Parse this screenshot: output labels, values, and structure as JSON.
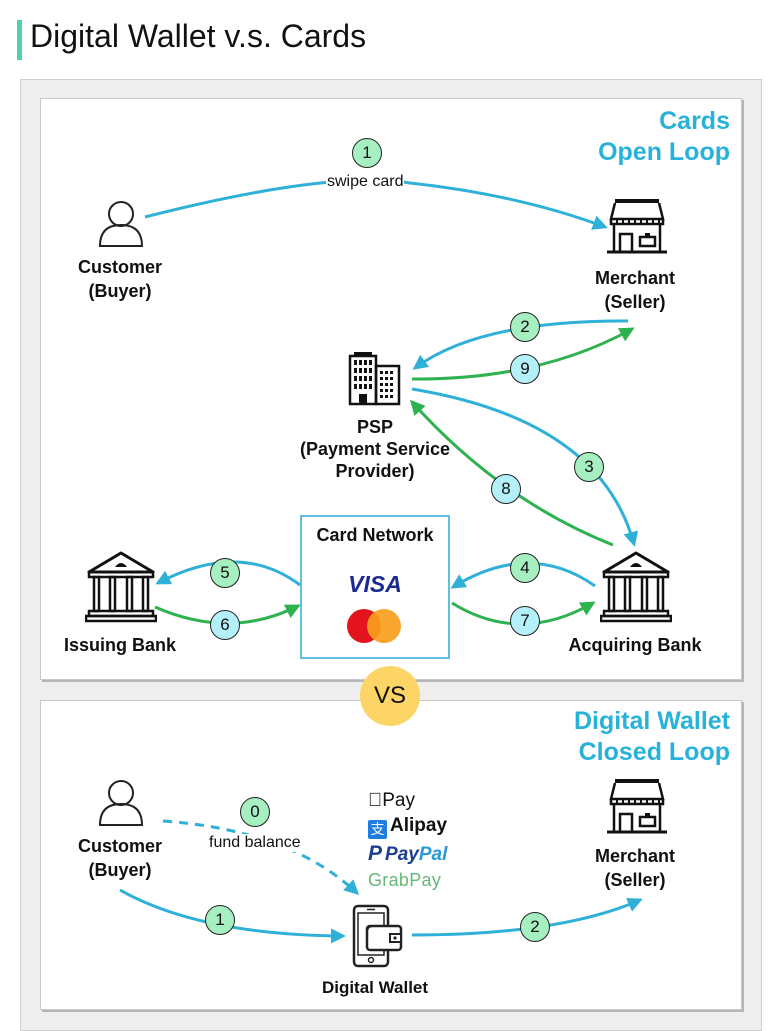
{
  "page": {
    "title": "Digital Wallet v.s. Cards",
    "accent_color": "#4fd1b0"
  },
  "colors": {
    "request_arrow": "#2fb0d8",
    "response_arrow": "#2eb24f",
    "badge_request": "#a6efc0",
    "badge_response": "#b4f0fa",
    "heading": "#29b2d9",
    "vs_badge": "#fdd466"
  },
  "cards_section": {
    "heading_line1": "Cards",
    "heading_line2": "Open Loop",
    "customer": {
      "line1": "Customer",
      "line2": "(Buyer)",
      "icon": "person-icon"
    },
    "merchant": {
      "line1": "Merchant",
      "line2": "(Seller)",
      "icon": "storefront-icon"
    },
    "psp": {
      "line1": "PSP",
      "line2": "(Payment Service",
      "line3": "Provider)",
      "icon": "office-building-icon"
    },
    "issuing_bank": {
      "label": "Issuing Bank",
      "icon": "bank-icon"
    },
    "acquiring_bank": {
      "label": "Acquiring Bank",
      "icon": "bank-icon"
    },
    "card_network": {
      "title": "Card Network",
      "brands": [
        "VISA",
        "Mastercard"
      ],
      "visa_label": "VISA"
    },
    "steps": [
      {
        "num": "1",
        "from": "Customer",
        "to": "Merchant",
        "label": "swipe card",
        "kind": "request"
      },
      {
        "num": "2",
        "from": "Merchant",
        "to": "PSP",
        "kind": "request"
      },
      {
        "num": "3",
        "from": "PSP",
        "to": "Acquiring Bank",
        "kind": "request"
      },
      {
        "num": "4",
        "from": "Acquiring Bank",
        "to": "Card Network",
        "kind": "request"
      },
      {
        "num": "5",
        "from": "Card Network",
        "to": "Issuing Bank",
        "kind": "request"
      },
      {
        "num": "6",
        "from": "Issuing Bank",
        "to": "Card Network",
        "kind": "response"
      },
      {
        "num": "7",
        "from": "Card Network",
        "to": "Acquiring Bank",
        "kind": "response"
      },
      {
        "num": "8",
        "from": "Acquiring Bank",
        "to": "PSP",
        "kind": "response"
      },
      {
        "num": "9",
        "from": "PSP",
        "to": "Merchant",
        "kind": "response"
      }
    ]
  },
  "vs_label": "VS",
  "wallet_section": {
    "heading_line1": "Digital Wallet",
    "heading_line2": "Closed Loop",
    "customer": {
      "line1": "Customer",
      "line2": "(Buyer)",
      "icon": "person-icon"
    },
    "merchant": {
      "line1": "Merchant",
      "line2": "(Seller)",
      "icon": "storefront-icon"
    },
    "wallet": {
      "label": "Digital Wallet",
      "icon": "phone-wallet-icon"
    },
    "brands": {
      "apple_pay": "Pay",
      "alipay_glyph": "支",
      "alipay": "Alipay",
      "paypal_a": "Pay",
      "paypal_b": "Pal",
      "grabpay": "GrabPay"
    },
    "steps": [
      {
        "num": "0",
        "from": "Customer",
        "to": "Digital Wallet",
        "label": "fund balance",
        "kind": "dashed"
      },
      {
        "num": "1",
        "from": "Customer",
        "to": "Digital Wallet",
        "kind": "request"
      },
      {
        "num": "2",
        "from": "Digital Wallet",
        "to": "Merchant",
        "kind": "request"
      }
    ]
  }
}
